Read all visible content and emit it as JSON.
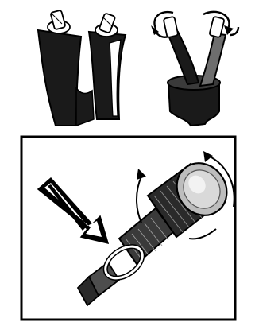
{
  "figure": {
    "panels": [
      {
        "id": "top",
        "content": "cable-split-and-twist"
      },
      {
        "id": "bottom",
        "content": "connector-insert-and-tighten"
      }
    ],
    "icons": {
      "cable_pair": "split-cable-icon",
      "twist_arrows": "rotate-arrows-icon",
      "insert_arrow": "insert-arrow-icon",
      "connector": "bnc-connector-icon",
      "tighten_arrows": "clockwise-arrows-icon"
    },
    "colors": {
      "outline": "#000000",
      "cable_dark": "#1a1a1a",
      "cable_mid": "#6e6e6e",
      "metal_light": "#d9d9d9",
      "metal_dark": "#4d4d4d",
      "background": "#ffffff"
    }
  }
}
